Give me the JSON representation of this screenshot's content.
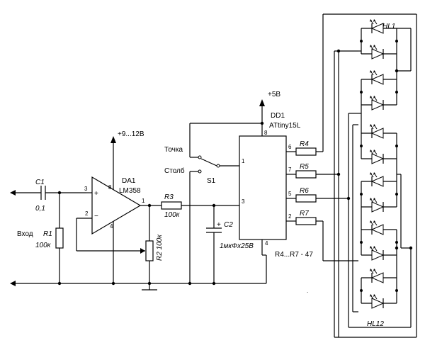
{
  "labels": {
    "input": "Вход",
    "c1": "C1",
    "c1_val": "0,1",
    "r1": "R1",
    "r1_val": "100к",
    "da1": "DA1",
    "da1_part": "LM358",
    "supply_op": "+9...12В",
    "r2": "R2 100к",
    "r3": "R3",
    "r3_val": "100к",
    "c2": "C2",
    "c2_val": "1мкФх25В",
    "switch_dot": "Точка",
    "switch_col": "Столб",
    "s1": "S1",
    "supply_mcu": "+5В",
    "dd1": "DD1",
    "dd1_part": "ATtiny15L",
    "r4": "R4",
    "r5": "R5",
    "r6": "R6",
    "r7": "R7",
    "r_note": "R4...R7 - 47",
    "hl1": "HL1",
    "hl12": "HL12",
    "plus": "+",
    "minus": "−",
    "cap_plus": "+"
  },
  "pins": {
    "op_in_plus": "3",
    "op_in_minus": "2",
    "op_out": "1",
    "op_vcc": "8",
    "op_gnd": "4",
    "mcu_vcc": "8",
    "mcu_p1": "1",
    "mcu_p3": "3",
    "mcu_gnd": "4",
    "mcu_p6": "6",
    "mcu_p7": "7",
    "mcu_p5": "5",
    "mcu_p2": "2"
  }
}
